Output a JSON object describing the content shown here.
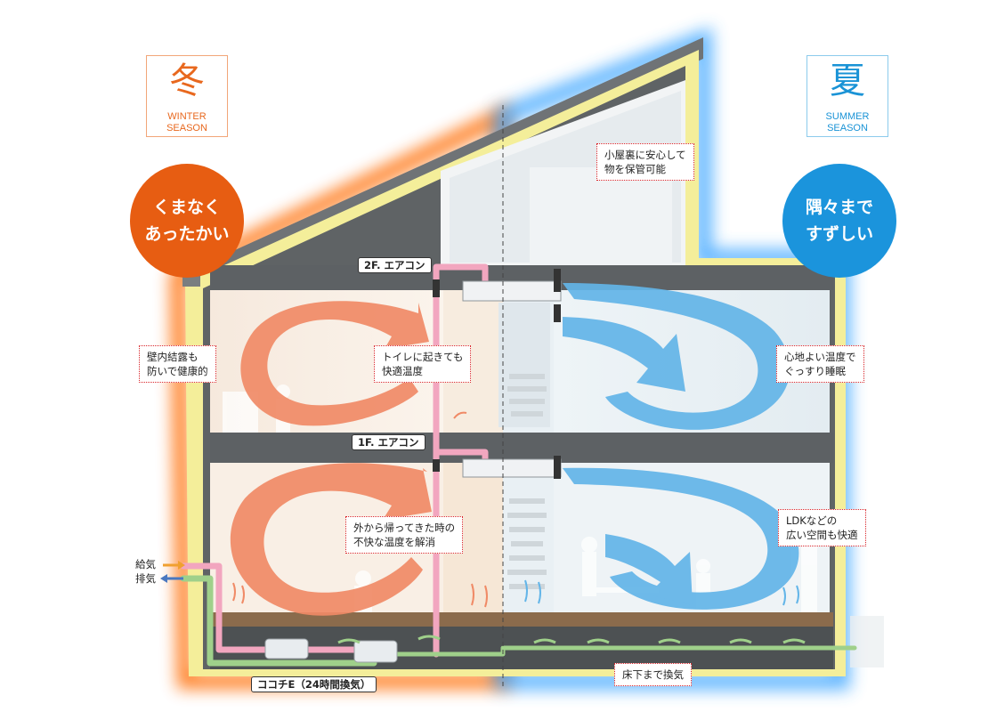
{
  "seasons": {
    "winter": {
      "kanji": "冬",
      "en_line1": "WINTER",
      "en_line2": "SEASON",
      "color": "#e8681e"
    },
    "summer": {
      "kanji": "夏",
      "en_line1": "SUMMER",
      "en_line2": "SEASON",
      "color": "#1a93d6"
    }
  },
  "headlines": {
    "winter": {
      "line1": "くまなく",
      "line2": "あったかい"
    },
    "summer": {
      "line1": "隅々まで",
      "line2": "すずしい"
    }
  },
  "notes": {
    "attic": {
      "line1": "小屋裏に安心して",
      "line2": "物を保管可能"
    },
    "wall": {
      "line1": "壁内結露も",
      "line2": "防いで健康的"
    },
    "toilet": {
      "line1": "トイレに起きても",
      "line2": "快適温度"
    },
    "sleep": {
      "line1": "心地よい温度で",
      "line2": "ぐっすり睡眠"
    },
    "return_home": {
      "line1": "外から帰ってきた時の",
      "line2": "不快な温度を解消"
    },
    "ldk": {
      "line1": "LDKなどの",
      "line2": "広い空間も快適"
    },
    "underfloor": "床下まで換気"
  },
  "labels": {
    "aircon_2f": "2F. エアコン",
    "aircon_1f": "1F. エアコン",
    "system": "ココチE（24時間換気）"
  },
  "legend": {
    "supply": "給気",
    "exhaust": "排気"
  },
  "colors": {
    "warm": "#e75d12",
    "cool": "#1b94dc",
    "supply_arrow": "#f0a030",
    "exhaust_arrow": "#4a78c0",
    "duct_pink": "#f2a6bf",
    "duct_green": "#9fd08a"
  }
}
